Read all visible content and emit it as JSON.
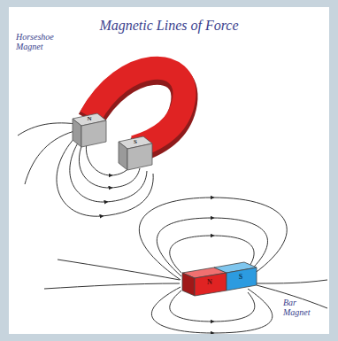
{
  "diagram": {
    "title": "Magnetic Lines of Force",
    "labels": [
      "Horseshoe Magnet",
      "N",
      "S",
      "N",
      "S",
      "Bar Magnet"
    ]
  }
}
